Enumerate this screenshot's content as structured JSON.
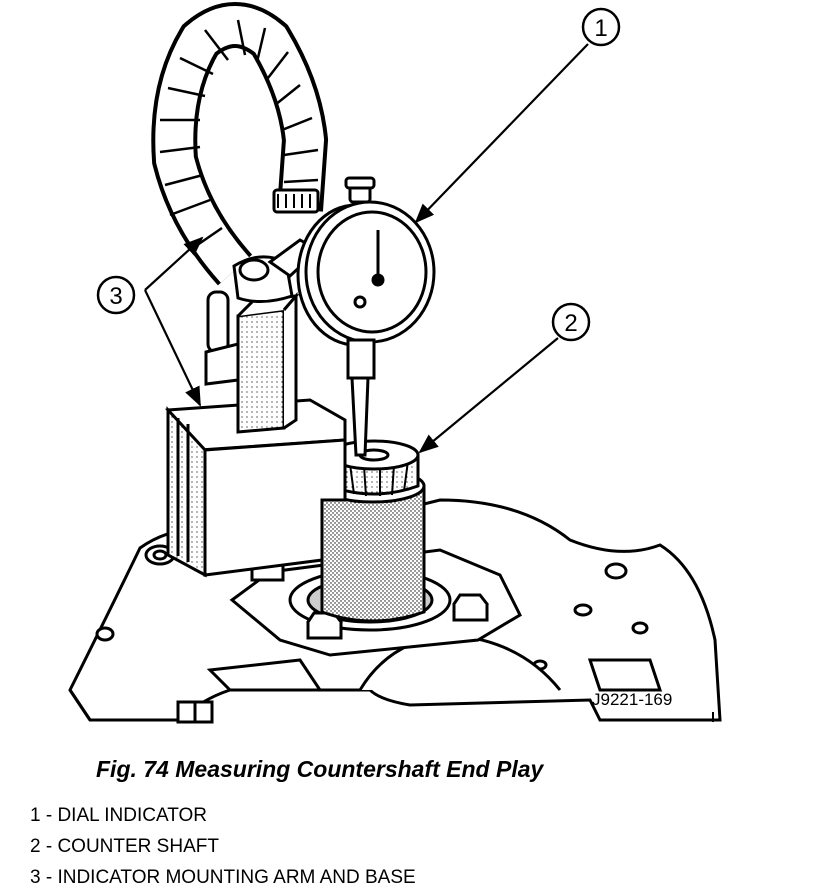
{
  "figure": {
    "code": "J9221-169",
    "callouts": [
      "1",
      "2",
      "3"
    ]
  },
  "caption": "Fig. 74 Measuring Countershaft End Play",
  "legend": [
    "1 - DIAL INDICATOR",
    "2 - COUNTER SHAFT",
    "3 - INDICATOR MOUNTING ARM AND BASE"
  ]
}
